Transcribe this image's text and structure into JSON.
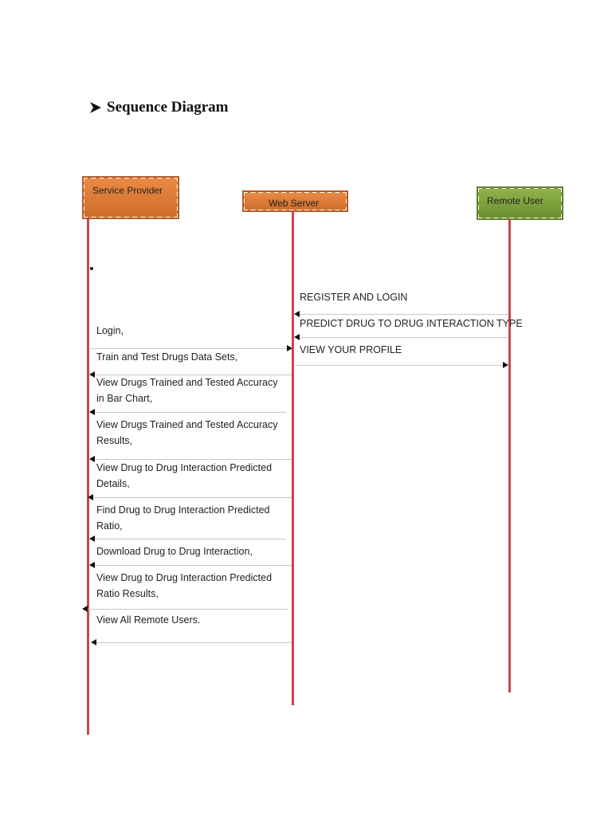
{
  "heading": {
    "text": "Sequence Diagram",
    "icon": "arrowhead-bullet-icon"
  },
  "colors": {
    "lifeline": "#c8474d",
    "actor_orange": "#e07c36",
    "actor_green": "#7ea13d",
    "message_line": "#c8c8c8"
  },
  "actors": [
    {
      "name": "Service Provider",
      "color": "orange"
    },
    {
      "name": "Web Server",
      "color": "orange"
    },
    {
      "name": "Remote User",
      "color": "green"
    }
  ],
  "remote_messages": [
    {
      "label": "REGISTER AND LOGIN",
      "direction": "to-web-server"
    },
    {
      "label": "PREDICT DRUG TO DRUG INTERACTION TYPE",
      "direction": "to-web-server"
    },
    {
      "label": "VIEW YOUR PROFILE",
      "direction": "to-remote-user"
    }
  ],
  "provider_messages": [
    {
      "label": "Login,",
      "direction": "to-web-server"
    },
    {
      "label": "Train and Test Drugs Data Sets,",
      "direction": "to-service-provider"
    },
    {
      "label": "View Drugs Trained and Tested Accuracy in Bar Chart,",
      "direction": "to-service-provider"
    },
    {
      "label": "View Drugs Trained and Tested Accuracy Results,",
      "direction": "to-service-provider"
    },
    {
      "label": "View Drug to Drug Interaction Predicted Details,",
      "direction": "to-service-provider"
    },
    {
      "label": "Find Drug to Drug Interaction Predicted Ratio,",
      "direction": "to-service-provider"
    },
    {
      "label": "Download Drug to Drug Interaction,",
      "direction": "to-service-provider"
    },
    {
      "label": "View Drug to Drug Interaction Predicted Ratio Results,",
      "direction": "to-service-provider"
    },
    {
      "label": "View All Remote Users.",
      "direction": "to-service-provider"
    }
  ]
}
